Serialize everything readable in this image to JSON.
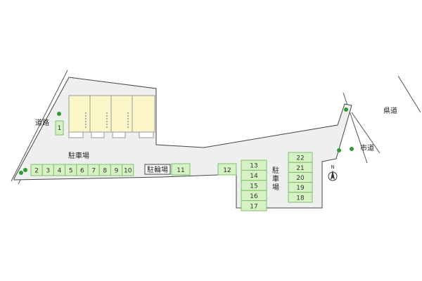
{
  "labels": {
    "road_left": "道路",
    "prefectural_road": "県道",
    "city_road": "市道",
    "parking_left": "駐車場",
    "parking_right": "駐車場",
    "bicycle_parking": "駐輪場",
    "north": "N"
  },
  "parking": {
    "row_left": [
      "2",
      "3",
      "4",
      "5",
      "6",
      "7",
      "8",
      "9",
      "10"
    ],
    "single_left": "1",
    "single_11": "11",
    "single_12": "12",
    "column_mid": [
      "13",
      "14",
      "15",
      "16",
      "17"
    ],
    "column_right": [
      "22",
      "21",
      "20",
      "19",
      "18"
    ]
  },
  "colors": {
    "lot": "#eef0f0",
    "slot_fill": "#d6f2c4",
    "building": "#fbf6c8",
    "tree": "#2e9b2e"
  }
}
